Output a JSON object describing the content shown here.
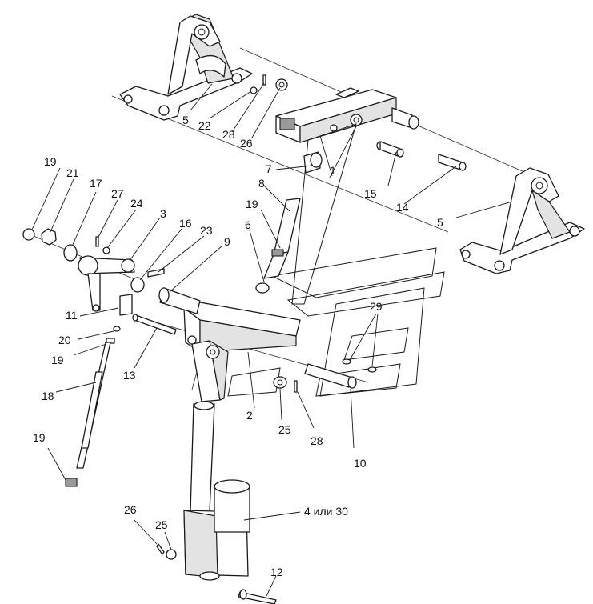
{
  "callouts": [
    {
      "id": "c1",
      "text": "1"
    },
    {
      "id": "c2",
      "text": "2"
    },
    {
      "id": "c3",
      "text": "3"
    },
    {
      "id": "c4",
      "text": "4 или 30"
    },
    {
      "id": "c5a",
      "text": "5"
    },
    {
      "id": "c5b",
      "text": "5"
    },
    {
      "id": "c6",
      "text": "6"
    },
    {
      "id": "c7",
      "text": "7"
    },
    {
      "id": "c8",
      "text": "8"
    },
    {
      "id": "c9",
      "text": "9"
    },
    {
      "id": "c10",
      "text": "10"
    },
    {
      "id": "c11",
      "text": "11"
    },
    {
      "id": "c12",
      "text": "12"
    },
    {
      "id": "c13",
      "text": "13"
    },
    {
      "id": "c14",
      "text": "14"
    },
    {
      "id": "c15",
      "text": "15"
    },
    {
      "id": "c16",
      "text": "16"
    },
    {
      "id": "c17",
      "text": "17"
    },
    {
      "id": "c18",
      "text": "18"
    },
    {
      "id": "c19a",
      "text": "19"
    },
    {
      "id": "c19b",
      "text": "19"
    },
    {
      "id": "c19c",
      "text": "19"
    },
    {
      "id": "c19d",
      "text": "19"
    },
    {
      "id": "c20",
      "text": "20"
    },
    {
      "id": "c21",
      "text": "21"
    },
    {
      "id": "c22",
      "text": "22"
    },
    {
      "id": "c23",
      "text": "23"
    },
    {
      "id": "c24",
      "text": "24"
    },
    {
      "id": "c25a",
      "text": "25"
    },
    {
      "id": "c25b",
      "text": "25"
    },
    {
      "id": "c26a",
      "text": "26"
    },
    {
      "id": "c26b",
      "text": "26"
    },
    {
      "id": "c27",
      "text": "27"
    },
    {
      "id": "c28a",
      "text": "28"
    },
    {
      "id": "c28b",
      "text": "28"
    },
    {
      "id": "c29",
      "text": "29"
    }
  ]
}
